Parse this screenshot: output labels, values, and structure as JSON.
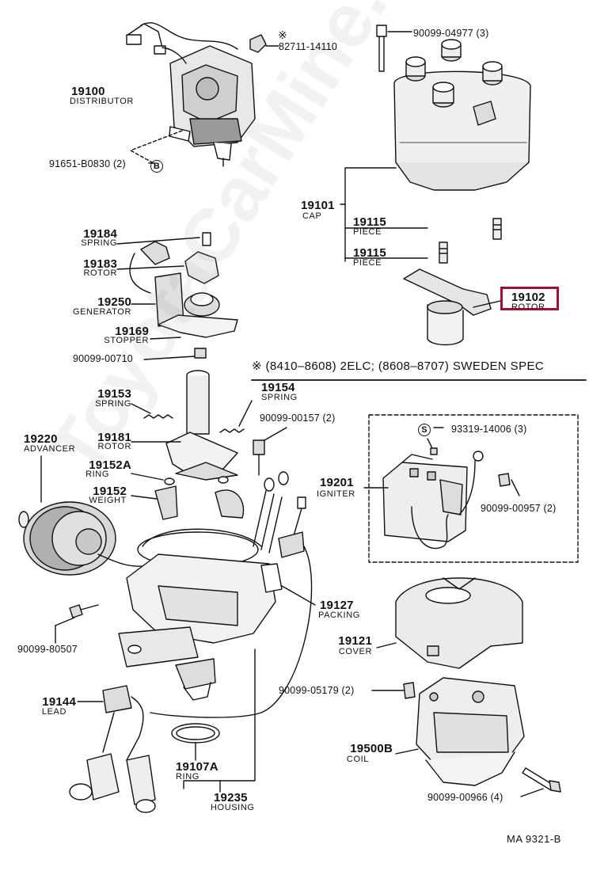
{
  "watermark": "ToyotaCarMine.ru",
  "spec_note": "※ (8410–8608) 2ELC; (8608–8707) SWEDEN SPEC",
  "figure_ref": "MA 9321-B",
  "highlight_color": "#a01030",
  "parts": {
    "distributor": {
      "number": "19100",
      "name": "DISTRIBUTOR"
    },
    "connector": {
      "number": "82711-14110",
      "mark": "※"
    },
    "bolt_91651": {
      "number": "91651-B0830 (2)",
      "symbol": "B"
    },
    "bolt_04977": {
      "number": "90099-04977 (3)"
    },
    "cap": {
      "number": "19101",
      "name": "CAP"
    },
    "piece_a": {
      "number": "19115",
      "name": "PIECE"
    },
    "piece_b": {
      "number": "19115",
      "name": "PIECE"
    },
    "rotor_cap": {
      "number": "19102",
      "name": "ROTOR"
    },
    "spring_19184": {
      "number": "19184",
      "name": "SPRING"
    },
    "rotor_19183": {
      "number": "19183",
      "name": "ROTOR"
    },
    "generator": {
      "number": "19250",
      "name": "GENERATOR"
    },
    "stopper": {
      "number": "19169",
      "name": "STOPPER"
    },
    "washer_00710": {
      "number": "90099-00710"
    },
    "spring_19153": {
      "number": "19153",
      "name": "SPRING"
    },
    "spring_19154": {
      "number": "19154",
      "name": "SPRING"
    },
    "screw_00157": {
      "number": "90099-00157 (2)"
    },
    "rotor_19181": {
      "number": "19181",
      "name": "ROTOR"
    },
    "ring_19152a": {
      "number": "19152A",
      "name": "RING"
    },
    "weight": {
      "number": "19152",
      "name": "WEIGHT"
    },
    "advancer": {
      "number": "19220",
      "name": "ADVANCER"
    },
    "screw_93319": {
      "number": "93319-14006 (3)",
      "symbol": "S"
    },
    "igniter": {
      "number": "19201",
      "name": "IGNITER"
    },
    "screw_00957": {
      "number": "90099-00957 (2)"
    },
    "packing": {
      "number": "19127",
      "name": "PACKING"
    },
    "bolt_80507": {
      "number": "90099-80507"
    },
    "cover": {
      "number": "19121",
      "name": "COVER"
    },
    "bolt_05179": {
      "number": "90099-05179 (2)"
    },
    "lead": {
      "number": "19144",
      "name": "LEAD"
    },
    "coil": {
      "number": "19500B",
      "name": "COIL"
    },
    "ring_19107a": {
      "number": "19107A",
      "name": "RING"
    },
    "housing": {
      "number": "19235",
      "name": "HOUSING"
    },
    "bolt_00966": {
      "number": "90099-00966 (4)"
    }
  }
}
